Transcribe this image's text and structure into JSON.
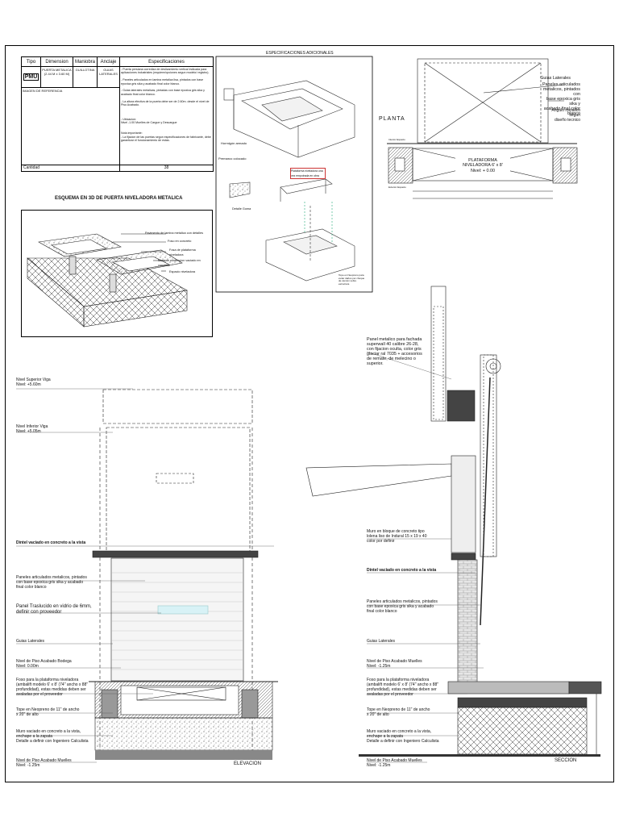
{
  "sheet_title": "ESPECIFICACIONES ADICIONALES",
  "spec_table": {
    "headers": [
      "Tipo",
      "Dimension",
      "Maniobra",
      "Anclaje",
      "Especificaciones"
    ],
    "tipo_code": "PMU",
    "dimension": "PUERTA METALICA\n(2.44 M x 3.60 M)",
    "maniobra": "GUILLOTINA",
    "anclaje": "GUIAS\nLATERALES",
    "especificaciones": "- Puerta persiana corrediza de deslizamiento vertical indicada para aplicaciones industriales (requiere/opciones segun modelo/ registro).\n\n- Paneles articulados en lamina metalica lisa, pintados con base epoxica gris sika y acabado final color blanco.\n\n- Guias laterales metalicas, pintadas con base epoxica gris sika y acabado final color blanco.\n\n- La altura efectiva de la puerta debe ser de 2.60m. desde el nivel de Piso Acabado.\n\n\n\n- Ubicacion:\n        Nivel -1.00   Muelles de Cargue y Descargue\n\n\nNota importante:\n- La fijacion de las puertas segun especificaciones de fabricante, debe garantizar el funcionamiento de estas.",
    "ref_label": "IMAGEN DE REFERENCIA",
    "cantidad_label": "Cantidad",
    "cantidad_value": "38"
  },
  "esquema_title": "ESQUEMA EN 3D DE PUERTA NIVELADORA METALICA",
  "esquema_labels": [
    "Pavimento de lamina metalica con detalles",
    "Foso en concreto",
    "Fosa de plataforma niveladora",
    "Muro de contencion vaciado en concreto",
    "Espacio niveladora"
  ],
  "detail3d_labels": {
    "hormigon": "Hormigón armado",
    "premarco": "Premarco colocado",
    "plataforma_note": "Plataforma niveladora una vez empotrada en obra",
    "detalle": "Detalle Goma",
    "bottom_note": "Tope en Neopreno para evitar daños por choque de camion sobre estructura"
  },
  "planta": {
    "title": "PLANTA",
    "guias": "Guias Laterales",
    "paneles": "Paneles articulados\nmetalicos, pintados con\nbase epoxica gris sika y\nacabado final color blanco",
    "angulo": "Angulo metalico segun\ndiseño tecnico",
    "plataforma": "PLATAFORMA\nNIVELADORA 6' x 8'",
    "nivel": "Nivel: + 0.00",
    "left_top": "Interior Espacio",
    "left_bottom": "Exterior Espacio"
  },
  "elevacion": {
    "title": "ELEVACION",
    "labels": [
      "Nivel Superior Viga\nNivel: +5.60m",
      "Nivel Inferior Viga\nNivel: +5.05m",
      "Dintel vaciado en concreto a la vista",
      "Paneles articulados metalicos, pintados\ncon base epoxica gris sika y acabado\nfinal color blanco",
      "Panel Traslucido en vidrio de 6mm,\ndefinir con proveedor",
      "Guias Laterales",
      "Nivel de Piso Acabado Bodega\nNivel: 0.00m",
      "Foso para la plataforma niveladora\n(ambalift modelo 6' x 8'  (74\" ancho x  88\"\nprofundidad), estas medidas deben ser\navaladas por el proveedor",
      "Tope en Neopreno de 11\" de ancho\nx 20\" de alto",
      "Muro vaciado en concreto a la vista,\nenchape a la zapata\nDetalle a definir con Ingeniero Calculista",
      "Nivel de Piso Acabado Muelles\nNivel: -1.25m"
    ]
  },
  "seccion": {
    "title": "SECCION",
    "labels": [
      "Panel metalico para fachada\nsuperwall 40 calibre 26-28,\ncon fijacion oculta, color gris\nglaciar ral 7035 + accesorios\nde remate, de melecino o\nsuperior.",
      "Muro en bloque de concreto tipo\nlolena liso de Indural 15 x 19 x 40\ncolor por definir",
      "Dintel vaciado en concreto a la vista",
      "Paneles articulados metalicos, pintados\ncon base epoxica gris sika y acabado\nfinal color blanco",
      "Guias Laterales",
      "Nivel de Piso Acabado Muelles\nNivel: -1.25m",
      "Foso para la plataforma niveladora\n(ambalift modelo 6' x 8'  (74\" ancho x  88\"\nprofundidad), estas medidas deben ser\navaladas por el proveedor",
      "Tope en Neopreno de 11\" de ancho\nx 20\" de alto",
      "Muro vaciado en concreto a la vista,\nenchape a la zapata\nDetalle a definir con Ingeniero Calculista",
      "Nivel de Piso Acabado Muelles\nNivel: -1.25m"
    ]
  }
}
